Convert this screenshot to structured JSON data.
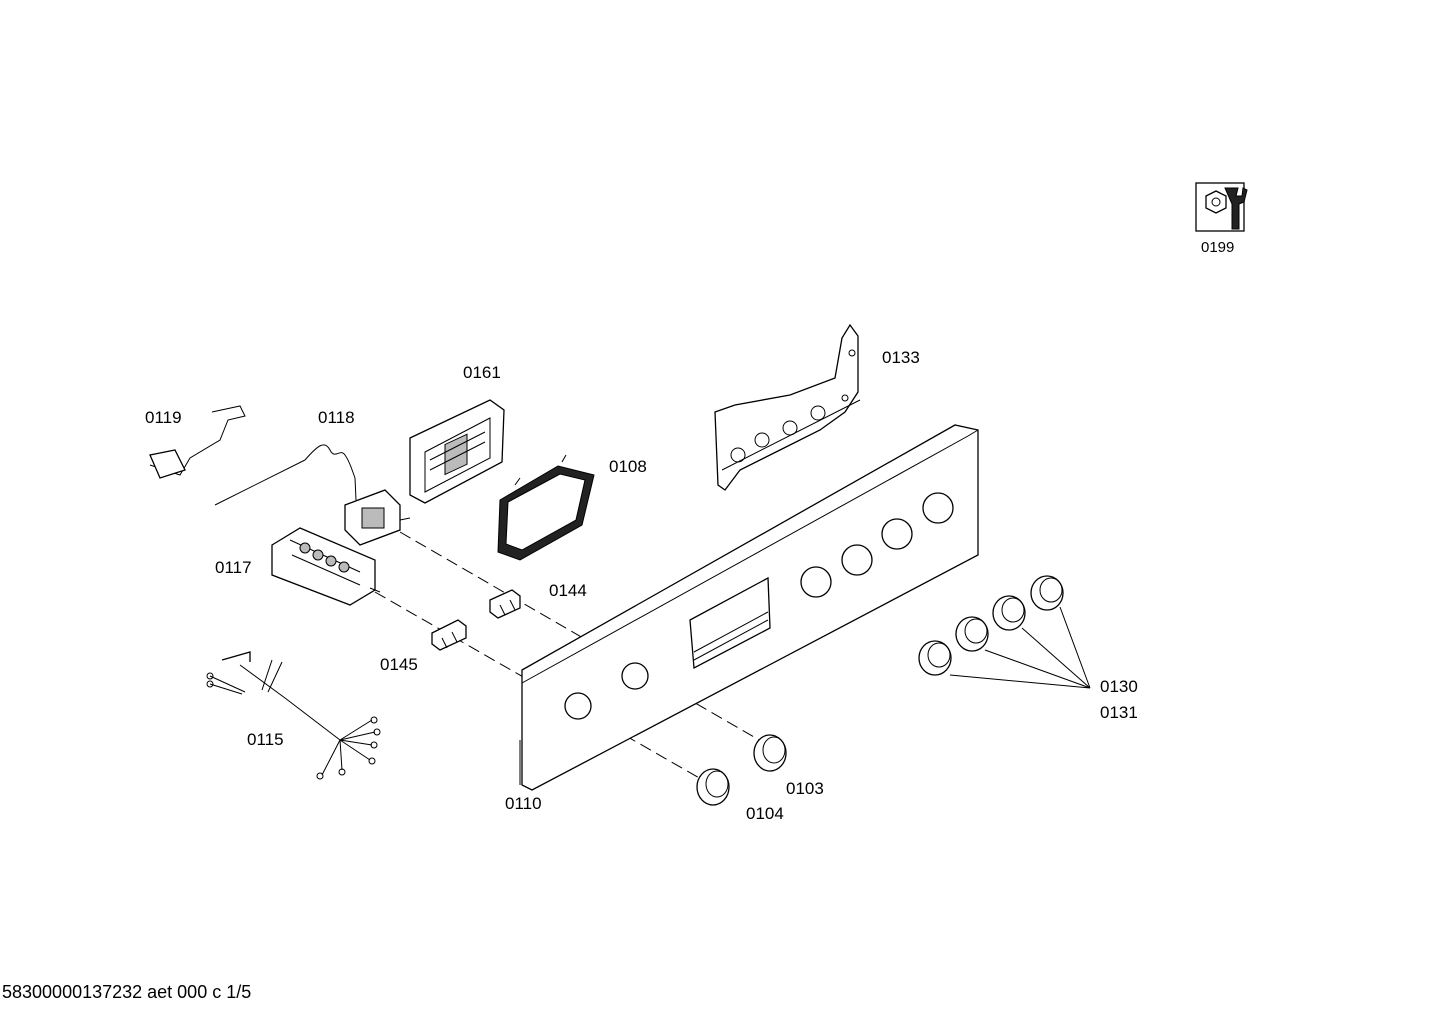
{
  "labels": {
    "p0199": "0199",
    "p0133": "0133",
    "p0161": "0161",
    "p0119": "0119",
    "p0118": "0118",
    "p0108": "0108",
    "p0117": "0117",
    "p0144": "0144",
    "p0145": "0145",
    "p0130": "0130",
    "p0131": "0131",
    "p0115": "0115",
    "p0103": "0103",
    "p0110": "0110",
    "p0104": "0104"
  },
  "footer": "58300000137232 aet 000 c 1/5",
  "icons": {
    "service_icon": "nut-and-wrench-icon"
  }
}
